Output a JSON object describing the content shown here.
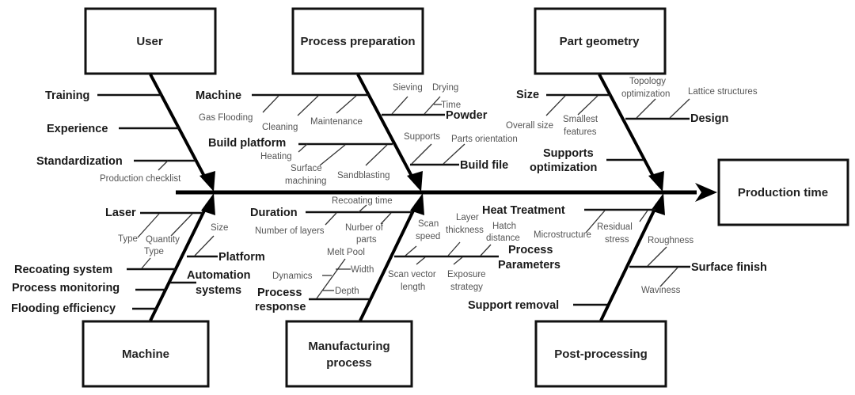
{
  "diagram": {
    "type": "fishbone",
    "effect": "Production time",
    "categories": {
      "user": {
        "title": "User",
        "causes": [
          {
            "label": "Training"
          },
          {
            "label": "Experience"
          },
          {
            "label": "Standardization",
            "subs": [
              "Production checklist"
            ]
          }
        ]
      },
      "process_preparation": {
        "title": "Process preparation",
        "causes": [
          {
            "label": "Machine",
            "subs": [
              "Gas Flooding",
              "Cleaning",
              "Maintenance"
            ]
          },
          {
            "label": "Build platform",
            "subs": [
              "Heating",
              "Surface machining",
              "Sandblasting"
            ]
          },
          {
            "label": "Powder",
            "subs": [
              "Sieving",
              "Drying",
              "Time"
            ]
          },
          {
            "label": "Build file",
            "subs": [
              "Supports",
              "Parts orientation"
            ]
          }
        ]
      },
      "part_geometry": {
        "title": "Part geometry",
        "causes": [
          {
            "label": "Size",
            "subs": [
              "Overall size",
              "Smallest features"
            ]
          },
          {
            "label": "Design",
            "subs": [
              "Topology optimization",
              "Lattice structures"
            ]
          },
          {
            "label": "Supports optimization"
          }
        ]
      },
      "machine": {
        "title": "Machine",
        "causes": [
          {
            "label": "Laser",
            "subs": [
              "Type",
              "Quantity"
            ]
          },
          {
            "label": "Platform",
            "subs": [
              "Size"
            ]
          },
          {
            "label": "Recoating system",
            "subs": [
              "Type"
            ]
          },
          {
            "label": "Automation systems"
          },
          {
            "label": "Process monitoring"
          },
          {
            "label": "Flooding efficiency"
          }
        ]
      },
      "manufacturing_process": {
        "title": "Manufacturing process",
        "causes": [
          {
            "label": "Duration",
            "subs": [
              "Recoating time",
              "Number of layers",
              "Nurber of parts"
            ]
          },
          {
            "label": "Process response",
            "subs": [
              "Melt Pool",
              "Dynamics",
              "Width",
              "Depth"
            ]
          },
          {
            "label": "Process Parameters",
            "subs": [
              "Scan speed",
              "Layer thickness",
              "Hatch distance",
              "Scan vector length",
              "Exposure strategy"
            ]
          }
        ]
      },
      "post_processing": {
        "title": "Post-processing",
        "causes": [
          {
            "label": "Heat Treatment",
            "subs": [
              "Microstructure",
              "Residual stress"
            ]
          },
          {
            "label": "Surface finish",
            "subs": [
              "Roughness",
              "Waviness"
            ]
          },
          {
            "label": "Support removal"
          }
        ]
      }
    }
  },
  "text": {
    "effect_l1": "Production time",
    "user": "User",
    "pp": "Process preparation",
    "pg": "Part geometry",
    "machine": "Machine",
    "mp_l1": "Manufacturing",
    "mp_l2": "process",
    "post": "Post-processing",
    "training": "Training",
    "experience": "Experience",
    "standardization": "Standardization",
    "production_checklist": "Production checklist",
    "pp_machine": "Machine",
    "gas_flooding": "Gas Flooding",
    "cleaning": "Cleaning",
    "maintenance": "Maintenance",
    "build_platform": "Build platform",
    "heating": "Heating",
    "surface_l1": "Surface",
    "surface_l2": "machining",
    "sandblasting": "Sandblasting",
    "sieving": "Sieving",
    "drying": "Drying",
    "time": "Time",
    "powder": "Powder",
    "supports": "Supports",
    "parts_orientation": "Parts orientation",
    "build_file": "Build file",
    "size": "Size",
    "overall_size": "Overall size",
    "smallest_l1": "Smallest",
    "smallest_l2": "features",
    "topology_l1": "Topology",
    "topology_l2": "optimization",
    "lattice": "Lattice structures",
    "design": "Design",
    "supp_opt_l1": "Supports",
    "supp_opt_l2": "optimization",
    "laser": "Laser",
    "laser_type": "Type",
    "quantity": "Quantity",
    "recoat_type": "Type",
    "platform_size": "Size",
    "platform": "Platform",
    "recoating_system": "Recoating system",
    "automation_l1": "Automation",
    "automation_l2": "systems",
    "process_monitoring": "Process monitoring",
    "flooding_efficiency": "Flooding efficiency",
    "recoating_time": "Recoating time",
    "duration": "Duration",
    "number_of_layers": "Number of layers",
    "parts_l1": "Nurber of",
    "parts_l2": "parts",
    "melt_pool": "Melt Pool",
    "dynamics": "Dynamics",
    "width": "Width",
    "depth": "Depth",
    "response_l1": "Process",
    "response_l2": "response",
    "scan_speed_l1": "Scan",
    "scan_speed_l2": "speed",
    "layer_l1": "Layer",
    "layer_l2": "thickness",
    "hatch_l1": "Hatch",
    "hatch_l2": "distance",
    "params_l1": "Process",
    "params_l2": "Parameters",
    "scan_vec_l1": "Scan vector",
    "scan_vec_l2": "length",
    "exposure_l1": "Exposure",
    "exposure_l2": "strategy",
    "heat_treatment": "Heat Treatment",
    "microstructure": "Microstructure",
    "residual_l1": "Residual",
    "residual_l2": "stress",
    "roughness": "Roughness",
    "surface_finish": "Surface finish",
    "waviness": "Waviness",
    "support_removal": "Support removal"
  }
}
